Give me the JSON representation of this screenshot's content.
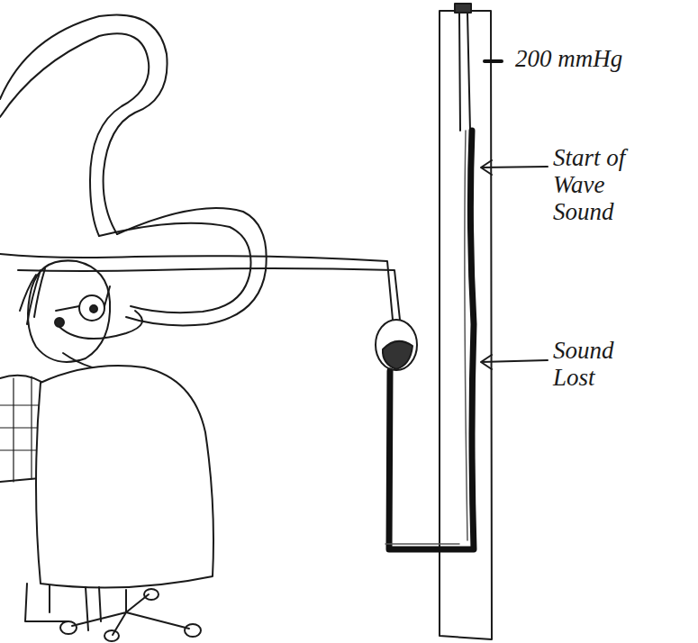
{
  "diagram": {
    "labels": [
      "200 mmHg",
      "Start of Wave Sound",
      "Sound Lost"
    ]
  }
}
